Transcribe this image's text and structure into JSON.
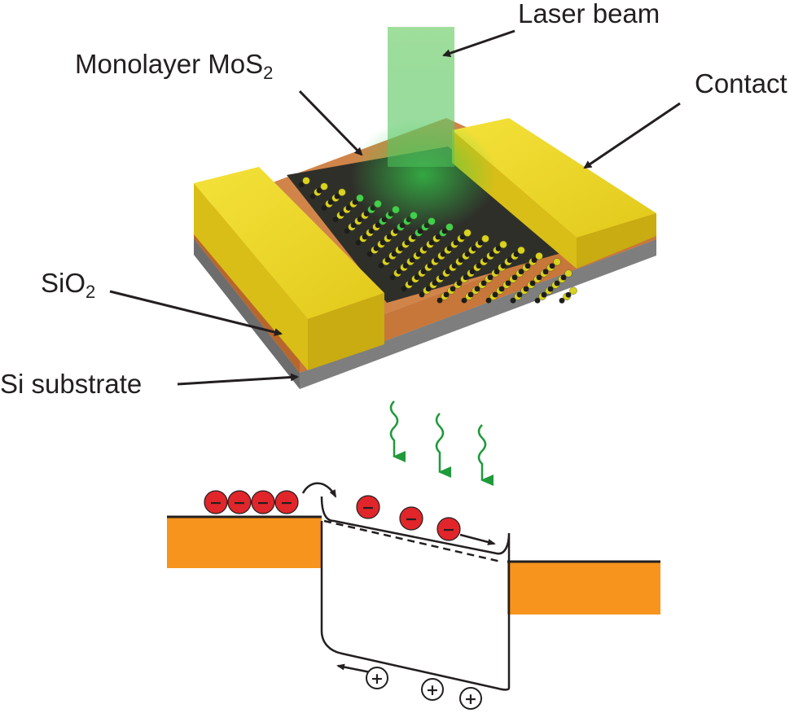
{
  "labels": {
    "laser_beam": "Laser beam",
    "monolayer": {
      "main": "Monolayer MoS",
      "sub": "2"
    },
    "contact": "Contact",
    "sio2": {
      "main": "SiO",
      "sub": "2"
    },
    "si_substrate": "Si substrate"
  },
  "symbols": {
    "electron": "−",
    "hole": "+"
  },
  "colors": {
    "contact_gold": "#e8d21a",
    "oxide_orange": "#c8773a",
    "silicon_gray": "#7a7a7a",
    "laser_green": "#7fd17a",
    "electron_red": "#e0262b",
    "photon_green": "#1f9a3a",
    "band_orange": "#f7941d"
  }
}
